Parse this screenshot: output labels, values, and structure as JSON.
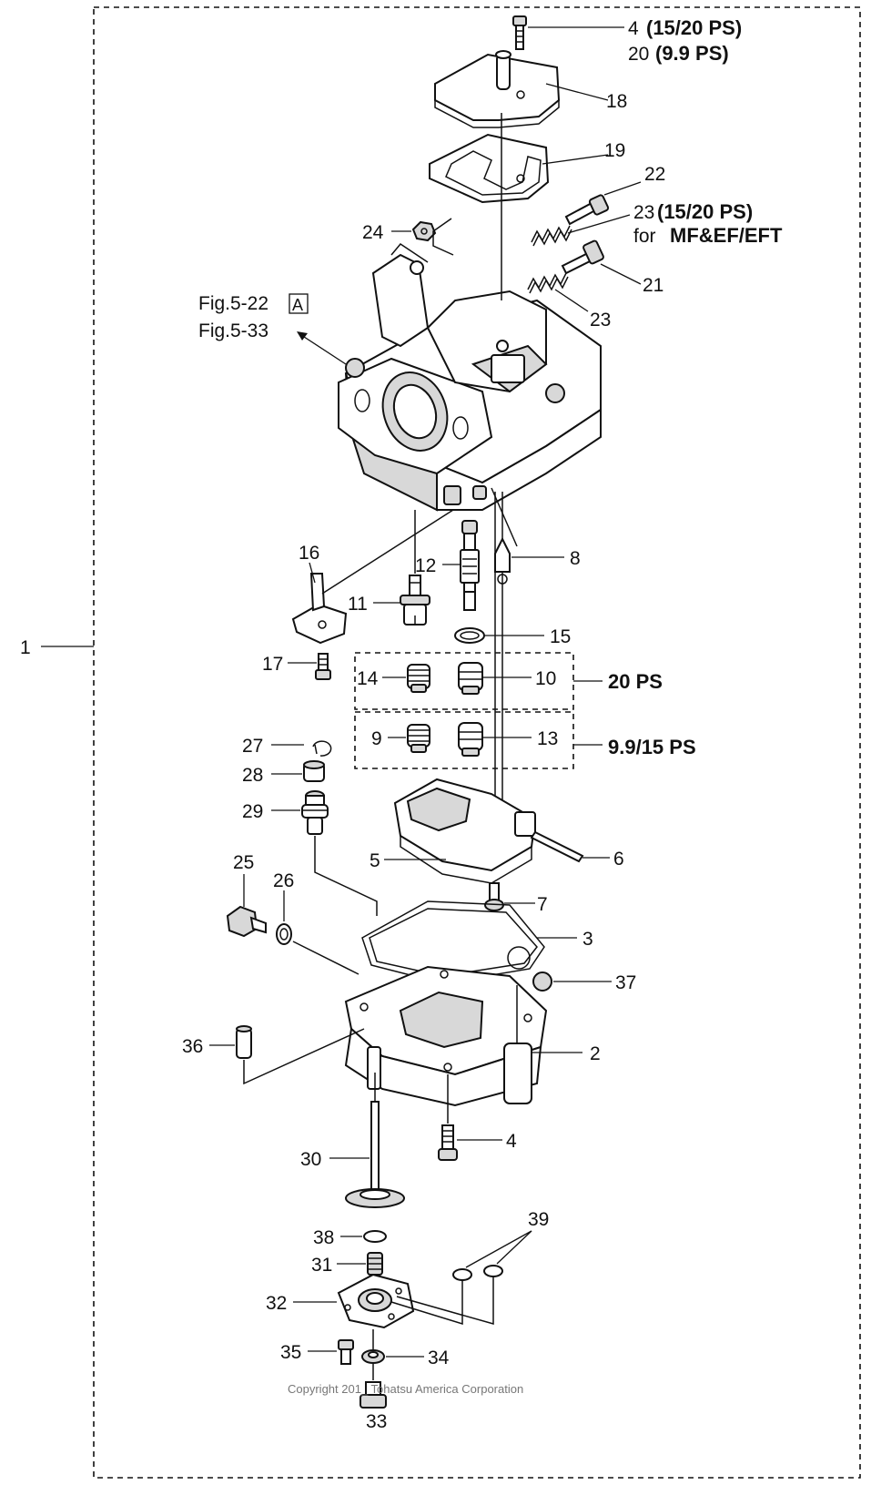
{
  "callouts": {
    "c1": "1",
    "c2": "2",
    "c3": "3",
    "c4a": "4",
    "c4b": "4",
    "c5": "5",
    "c6": "6",
    "c7": "7",
    "c8": "8",
    "c9": "9",
    "c10": "10",
    "c11": "11",
    "c12": "12",
    "c13": "13",
    "c14": "14",
    "c15": "15",
    "c16": "16",
    "c17": "17",
    "c18": "18",
    "c19": "19",
    "c20": "20",
    "c21": "21",
    "c22": "22",
    "c23a": "23",
    "c23b": "23",
    "c24": "24",
    "c25": "25",
    "c26": "26",
    "c27": "27",
    "c28": "28",
    "c29": "29",
    "c30": "30",
    "c31": "31",
    "c32": "32",
    "c33": "33",
    "c34": "34",
    "c35": "35",
    "c36": "36",
    "c37": "37",
    "c38": "38",
    "c39": "39"
  },
  "notes": {
    "ps_15_20": "(15/20 PS)",
    "ps_9_9": "(9.9 PS)",
    "ps_15_20_b": "(15/20 PS)",
    "for_prefix": "for",
    "models": "MF&EF/EFT",
    "group_20": "20 PS",
    "group_9_15": "9.9/15 PS",
    "fig_ref_1": "Fig.5-22",
    "fig_ref_box": "A",
    "fig_ref_2": "Fig.5-33"
  },
  "footer": {
    "copyright": "Copyright 201_ Tohatsu America Corporation"
  }
}
